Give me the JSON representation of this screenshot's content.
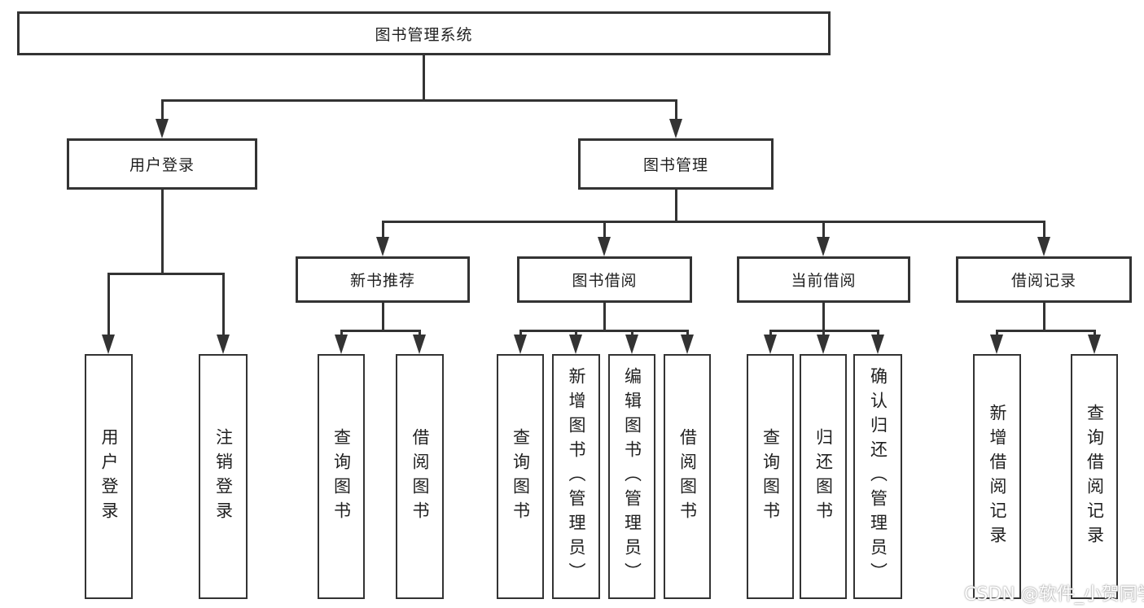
{
  "tree": {
    "root": {
      "label": "图书管理系统"
    },
    "branches": [
      {
        "label": "用户登录",
        "children": [
          {
            "label": "用户登录"
          },
          {
            "label": "注销登录"
          }
        ]
      },
      {
        "label": "图书管理",
        "groups": [
          {
            "label": "新书推荐",
            "children": [
              {
                "label": "查询图书"
              },
              {
                "label": "借阅图书"
              }
            ]
          },
          {
            "label": "图书借阅",
            "children": [
              {
                "label": "查询图书"
              },
              {
                "label": "新增图书（管理员）"
              },
              {
                "label": "编辑图书（管理员）"
              },
              {
                "label": "借阅图书"
              }
            ]
          },
          {
            "label": "当前借阅",
            "children": [
              {
                "label": "查询图书"
              },
              {
                "label": "归还图书"
              },
              {
                "label": "确认归还（管理员）"
              }
            ]
          },
          {
            "label": "借阅记录",
            "children": [
              {
                "label": "新增借阅记录"
              },
              {
                "label": "查询借阅记录"
              }
            ]
          }
        ]
      }
    ]
  },
  "watermark": {
    "text": "CSDN @软件_小贺同学"
  },
  "colors": {
    "line": "#333333",
    "text": "#1f1f1f",
    "background": "#ffffff",
    "box_fill": "#ffffff",
    "watermark": "#ffffff"
  }
}
